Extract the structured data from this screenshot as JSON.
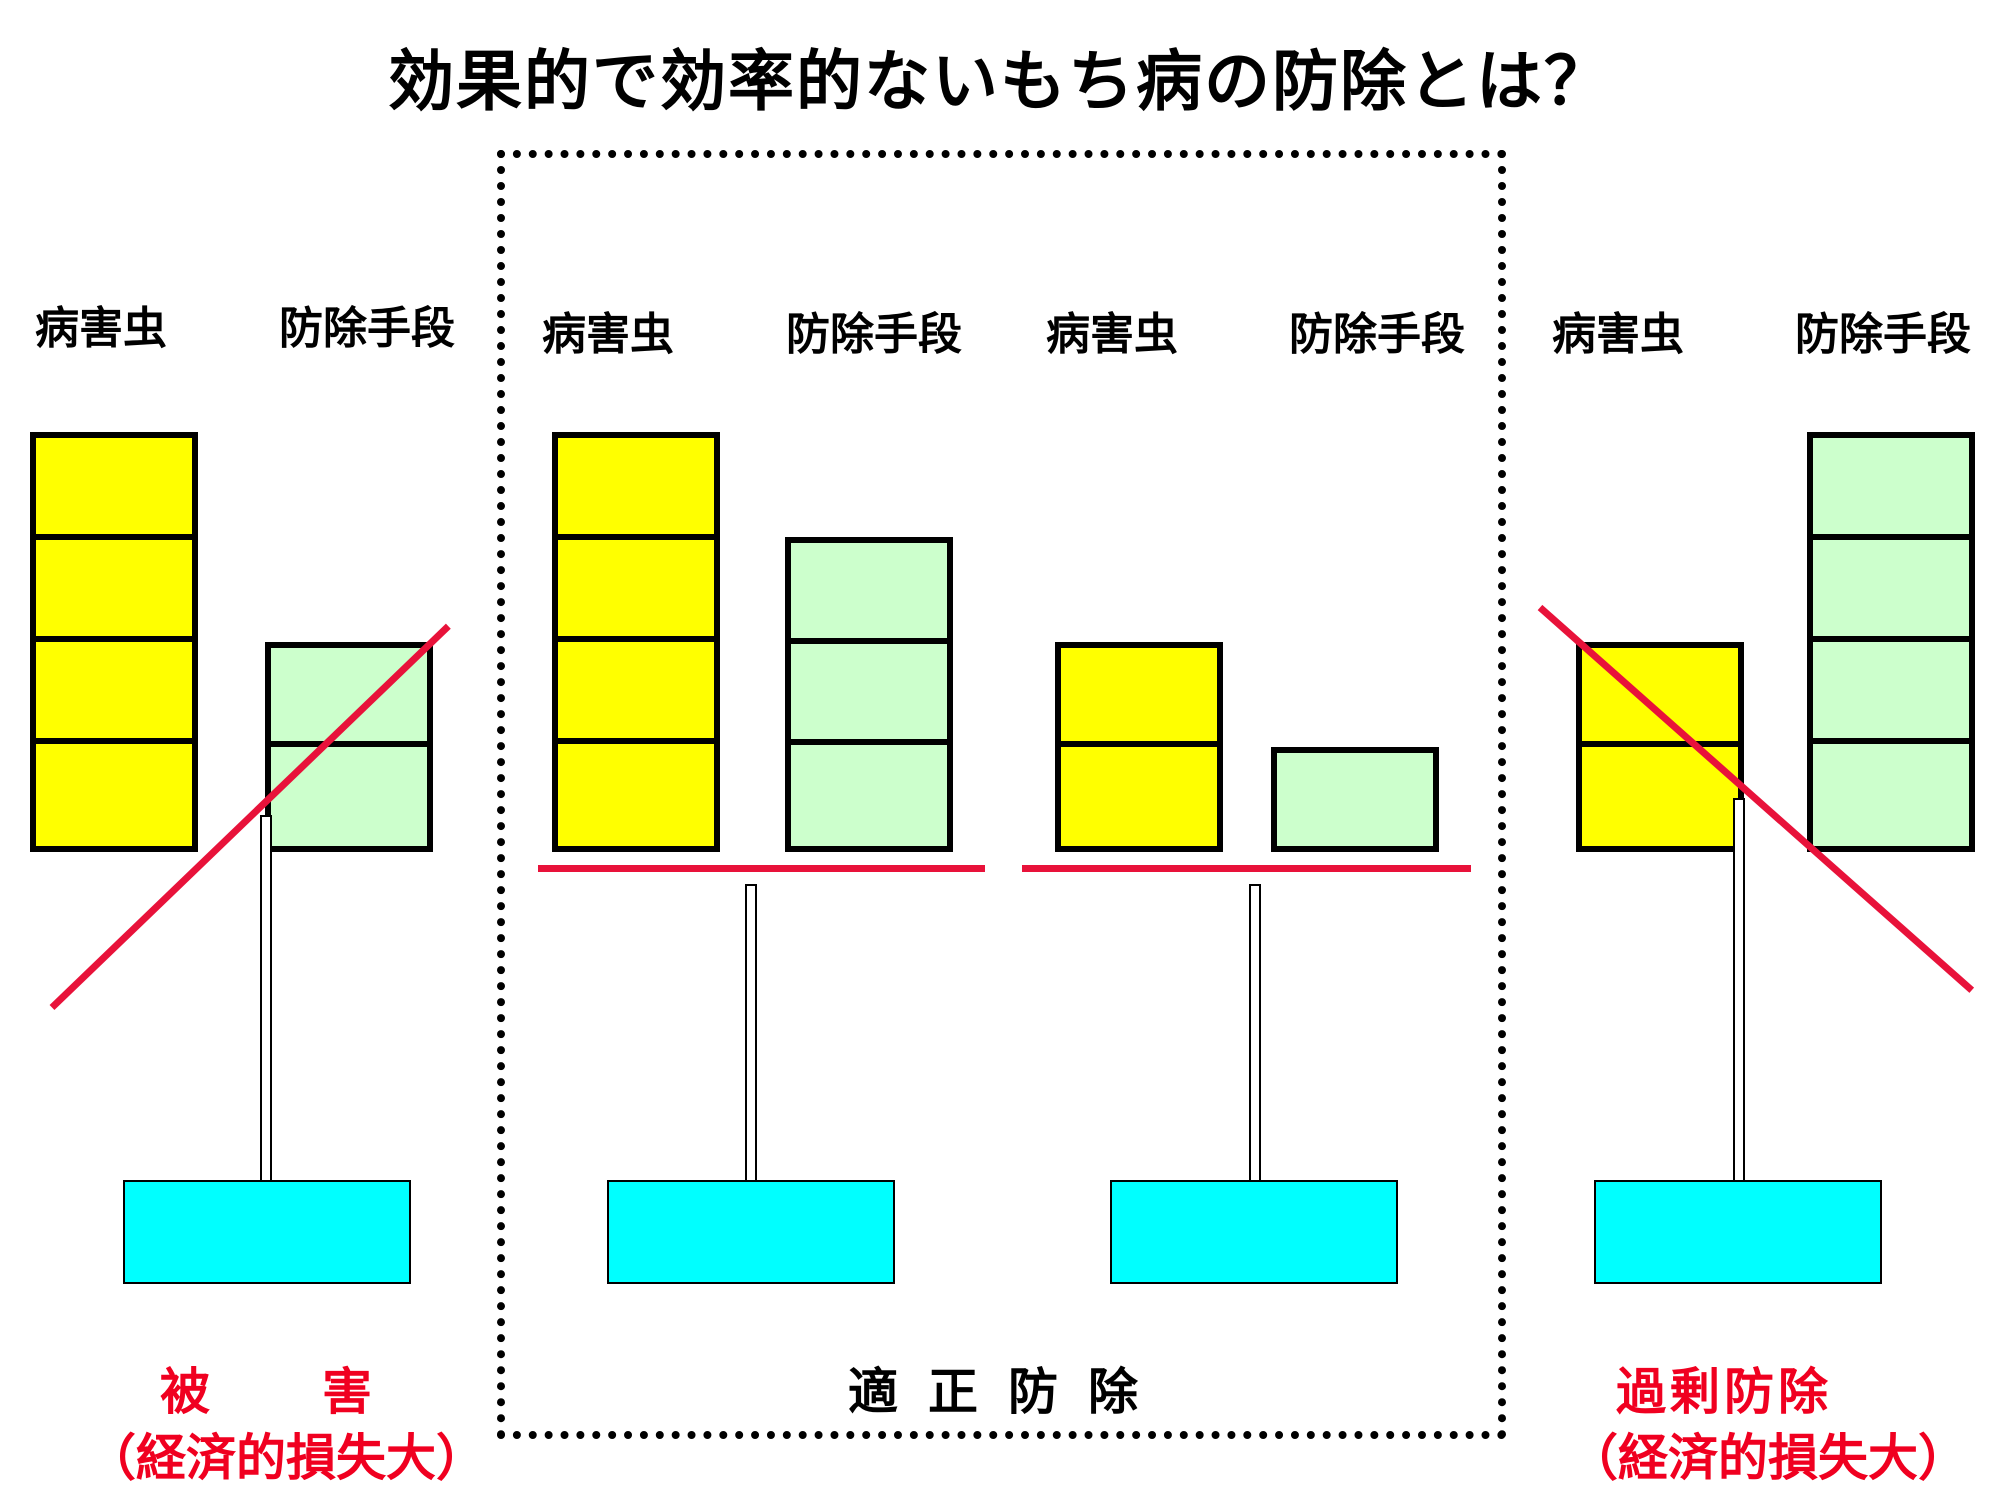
{
  "title": "効果的で効率的ないもち病の防除とは？",
  "labels": {
    "pest": "病害虫",
    "control": "防除手段"
  },
  "colors": {
    "pest_block": "#ffff00",
    "control_block": "#ccffcc",
    "base": "#00ffff",
    "beam": "#e8123a",
    "warning_text": "#f00020"
  },
  "scenarios": [
    {
      "id": "damage",
      "pest_units": 4,
      "control_units": 2,
      "outcome": "被　　害",
      "note": "（経済的損失大）"
    },
    {
      "id": "proper-high",
      "pest_units": 4,
      "control_units": 3,
      "outcome": "",
      "note": ""
    },
    {
      "id": "proper-low",
      "pest_units": 2,
      "control_units": 1,
      "outcome": "",
      "note": ""
    },
    {
      "id": "excess",
      "pest_units": 2,
      "control_units": 4,
      "outcome": "過剰防除",
      "note": "（経済的損失大）"
    }
  ],
  "center_outcome": "適正防除"
}
